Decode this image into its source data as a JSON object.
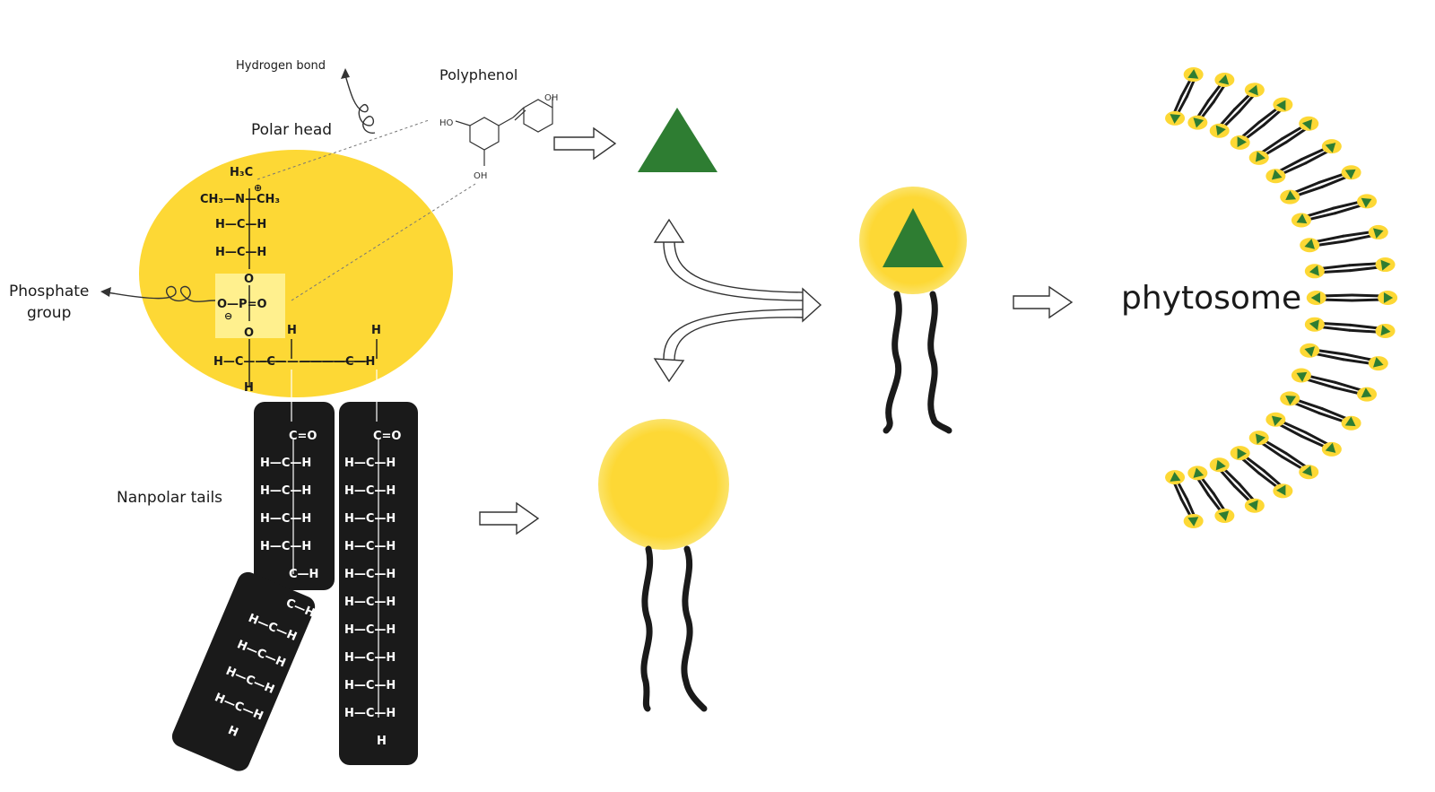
{
  "labels": {
    "hydrogen_bond": "Hydrogen bond",
    "polyphenol": "Polyphenol",
    "polar_head": "Polar head",
    "phosphate_line1": "Phosphate",
    "phosphate_line2": "group",
    "nonpolar_tails": "Nanpolar tails",
    "phytosome": "phytosome"
  },
  "polyphenol_groups": [
    "HO",
    "OH",
    "OH"
  ],
  "head_formula": {
    "h3c": "H₃C",
    "n_row": "CH₃—N—CH₃",
    "charge_plus": "⊕",
    "ch1": "H—C—H",
    "ch2": "H—C—H",
    "o1": "O",
    "p_row": "O—P=O",
    "charge_minus": "⊖",
    "o2": "O",
    "h_mid": "H",
    "h_right": "H",
    "glycerol": "H—C——C——————C—H",
    "h_bottom": "H"
  },
  "tail_left": [
    "C=O",
    "H—C—H",
    "H—C—H",
    "H—C—H",
    "H—C—H",
    "C—H"
  ],
  "tail_left_bent": [
    "C—H",
    "H—C—H",
    "H—C—H",
    "H—C—H",
    "H—C—H",
    "H"
  ],
  "tail_right": [
    "C=O",
    "H—C—H",
    "H—C—H",
    "H—C—H",
    "H—C—H",
    "H—C—H",
    "H—C—H",
    "H—C—H",
    "H—C—H",
    "H—C—H",
    "H—C—H",
    "H"
  ],
  "colors": {
    "head_yellow": "#fdd835",
    "polyphenol_green": "#2e7d32",
    "tail_black": "#1a1a1a",
    "highlight": "#fff59d"
  }
}
